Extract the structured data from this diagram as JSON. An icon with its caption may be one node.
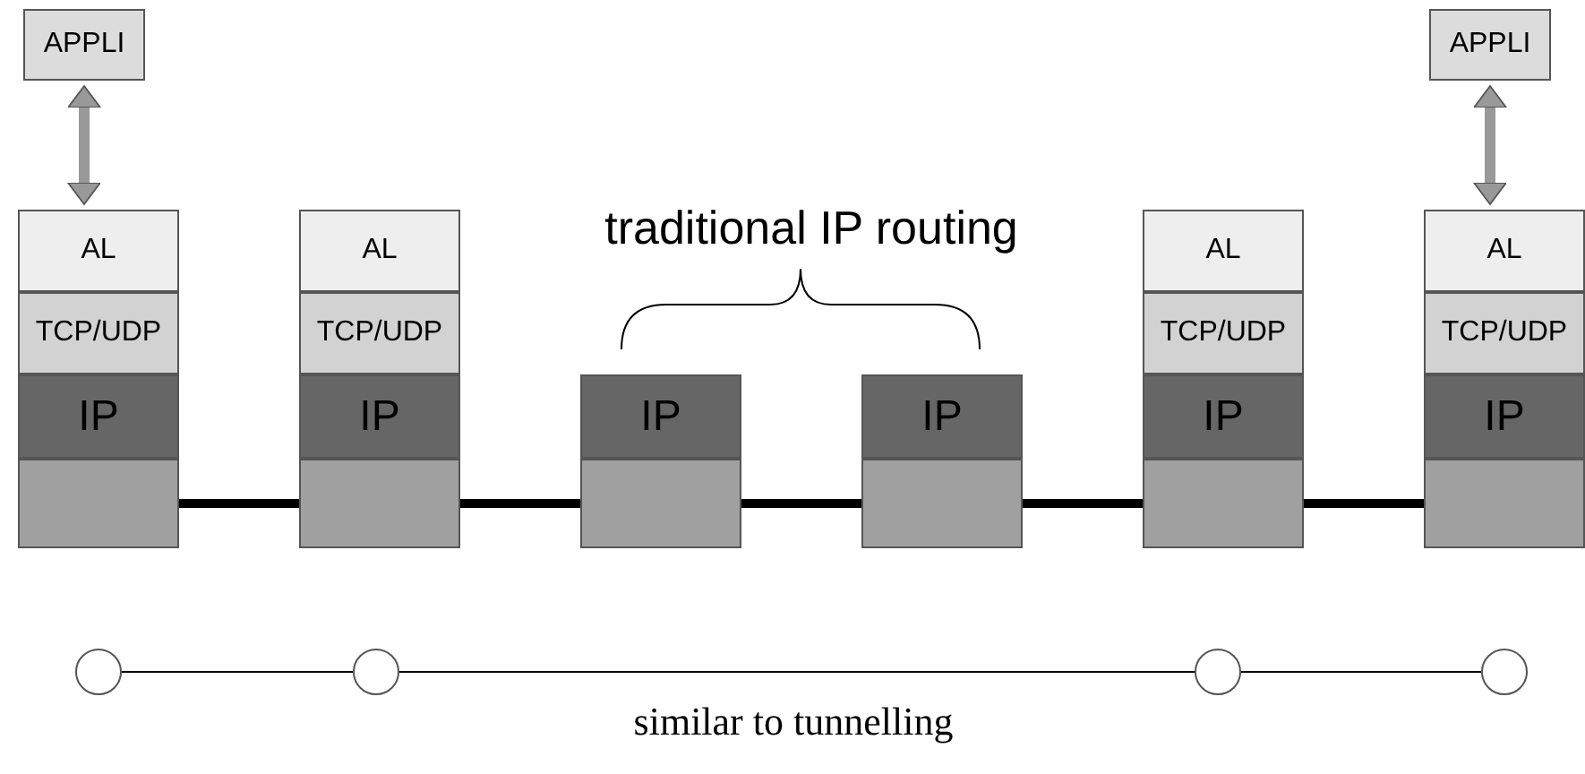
{
  "diagram": {
    "nodes": [
      {
        "text": [
          "APPLI"
        ]
      },
      {
        "text": [
          "AL"
        ]
      },
      {
        "text": [
          "TCP/UDP"
        ]
      },
      {
        "text": [
          "IP"
        ]
      },
      {
        "text": [],
        "shape": "box"
      },
      {
        "text": [
          "AL"
        ]
      },
      {
        "text": [
          "TCP/UDP"
        ]
      },
      {
        "text": [
          "IP"
        ]
      },
      {
        "text": [],
        "shape": "box"
      },
      {
        "text": [
          "IP"
        ]
      },
      {
        "text": [],
        "shape": "box"
      },
      {
        "text": [
          "IP"
        ]
      },
      {
        "text": [],
        "shape": "box"
      },
      {
        "text": [
          "AL"
        ]
      },
      {
        "text": [
          "TCP/UDP"
        ]
      },
      {
        "text": [
          "IP"
        ]
      },
      {
        "text": [],
        "shape": "box"
      },
      {
        "text": [
          "APPLI"
        ]
      },
      {
        "text": [
          "AL"
        ]
      },
      {
        "text": [
          "TCP/UDP"
        ]
      },
      {
        "text": [
          "IP"
        ]
      },
      {
        "text": [],
        "shape": "box"
      },
      {
        "text": [],
        "shape": "circle"
      },
      {
        "text": [],
        "shape": "circle"
      },
      {
        "text": [],
        "shape": "circle"
      },
      {
        "text": [],
        "shape": "circle"
      }
    ],
    "edges": [
      {
        "from": 0,
        "to": 1,
        "arrow": "both",
        "color": "#999999"
      },
      {
        "from": 17,
        "to": 18,
        "arrow": "both",
        "color": "#999999"
      },
      {
        "from": 4,
        "to": 8,
        "arrow": "none"
      },
      {
        "from": 8,
        "to": 10,
        "arrow": "none"
      },
      {
        "from": 10,
        "to": 12,
        "arrow": "none"
      },
      {
        "from": 12,
        "to": 16,
        "arrow": "none"
      },
      {
        "from": 16,
        "to": 21,
        "arrow": "none"
      },
      {
        "from": 22,
        "to": 23,
        "arrow": "none"
      },
      {
        "from": 23,
        "to": 24,
        "arrow": "none"
      },
      {
        "from": 24,
        "to": 25,
        "arrow": "none"
      }
    ],
    "labels": [
      "traditional IP routing",
      "similar to tunnelling"
    ]
  }
}
